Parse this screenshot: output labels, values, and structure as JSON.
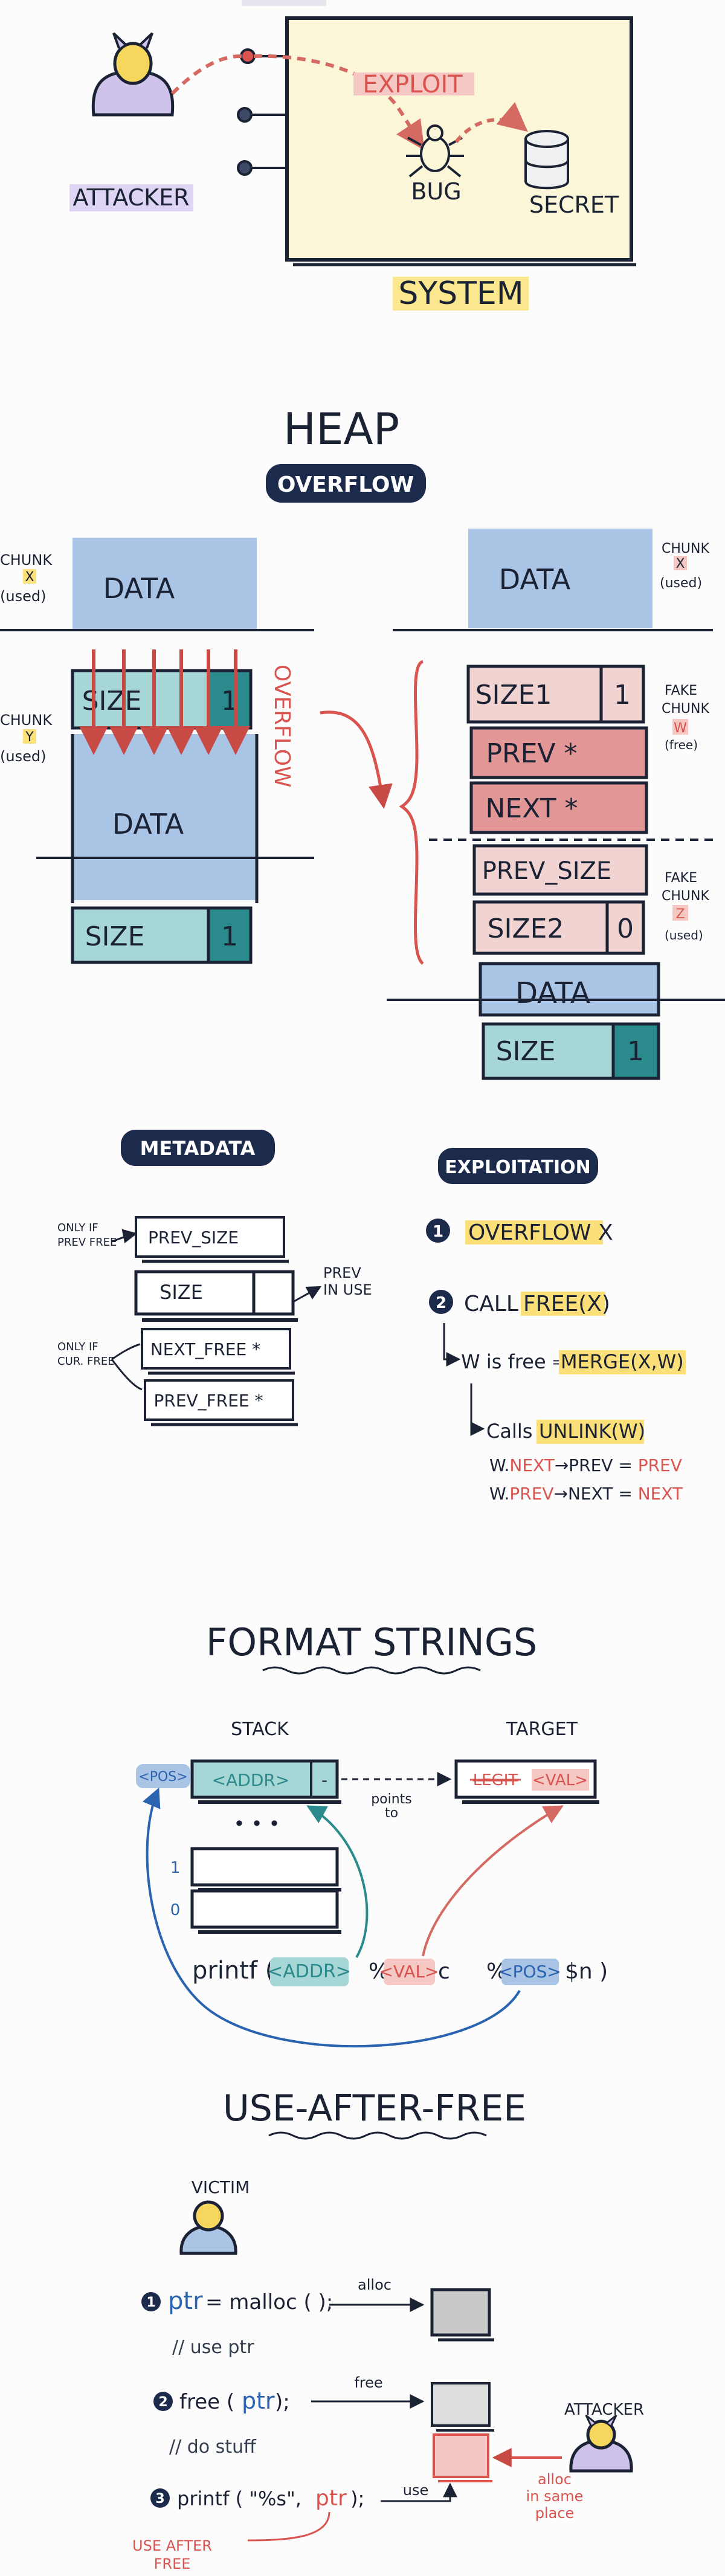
{
  "system": {
    "attacker_label": "ATTACKER",
    "exploit_label": "EXPLOIT",
    "bug_label": "BUG",
    "secret_label": "SECRET",
    "title": "SYSTEM"
  },
  "heap": {
    "title": "HEAP",
    "badge": "OVERFLOW",
    "left": {
      "chunk_x_label": "CHUNK",
      "chunk_x_letter": "X",
      "chunk_x_state": "(used)",
      "chunk_y_label": "CHUNK",
      "chunk_y_letter": "Y",
      "chunk_y_state": "(used)",
      "data1": "DATA",
      "size1": "SIZE",
      "bit1": "1",
      "data2": "DATA",
      "size2": "SIZE",
      "bit2": "1",
      "overflow_label": "OVERFLOW"
    },
    "right": {
      "data": "DATA",
      "chunk_x_label": "CHUNK",
      "chunk_x_letter": "X",
      "chunk_x_state": "(used)",
      "size1": "SIZE1",
      "bit1": "1",
      "prev": "PREV *",
      "next": "NEXT *",
      "fake_w_label1": "FAKE",
      "fake_w_label2": "CHUNK",
      "fake_w_letter": "W",
      "fake_w_state": "(free)",
      "prev_size": "PREV_SIZE",
      "size2": "SIZE2",
      "bit2": "0",
      "fake_z_label1": "FAKE",
      "fake_z_label2": "CHUNK",
      "fake_z_letter": "Z",
      "fake_z_state": "(used)",
      "data2": "DATA",
      "size3": "SIZE",
      "bit3": "1"
    }
  },
  "metadata": {
    "title": "METADATA",
    "only_if_prev_free": [
      "ONLY IF",
      "PREV FREE"
    ],
    "prev_size": "PREV_SIZE",
    "size": "SIZE",
    "prev_in_use": [
      "PREV",
      "IN USE"
    ],
    "only_if_cur_free": [
      "ONLY IF",
      "CUR. FREE"
    ],
    "next_free": "NEXT_FREE *",
    "prev_free": "PREV_FREE *"
  },
  "exploitation": {
    "title": "EXPLOITATION",
    "step1_num": "1",
    "step1": "OVERFLOW X",
    "step2_num": "2",
    "step2_prefix": "CALL ",
    "step2_highlight": "FREE(X)",
    "w_free_prefix": "W is free ⇒ ",
    "w_free_highlight": "MERGE(X,W)",
    "calls_prefix": "Calls ",
    "calls_highlight": "UNLINK(W)",
    "line_a": [
      "W.",
      "NEXT",
      "→PREV = ",
      "PREV"
    ],
    "line_b": [
      "W.",
      "PREV",
      "→NEXT = ",
      "NEXT"
    ]
  },
  "format_strings": {
    "title": "FORMAT STRINGS",
    "stack_label": "STACK",
    "target_label": "TARGET",
    "pos_tag": "<POS>",
    "addr": "<ADDR>",
    "dash": "-",
    "points_to": [
      "points",
      "to"
    ],
    "legit": "LEGIT",
    "val": "<VAL>",
    "dots": "• • •",
    "row1": "1",
    "row0": "0",
    "printf_prefix": "printf (",
    "printf_addr": "<ADDR>",
    "printf_pct1": "%",
    "printf_val": "<VAL>",
    "printf_c": "c",
    "printf_pct2": "%",
    "printf_pos": "<POS>",
    "printf_suffix": "$n )"
  },
  "uaf": {
    "title": "USE-AFTER-FREE",
    "victim_label": "VICTIM",
    "s1_num": "1",
    "s1_ptr": "ptr",
    "s1_rest": " = malloc ( );",
    "s1_arrow": "alloc",
    "comment1": "// use ptr",
    "s2_num": "2",
    "s2_prefix": "free (",
    "s2_ptr": "ptr",
    "s2_suffix": ");",
    "s2_arrow": "free",
    "comment2": "// do stuff",
    "attacker_label": "ATTACKER",
    "attacker_alloc": [
      "alloc",
      "in same",
      "place"
    ],
    "s3_num": "3",
    "s3_prefix": "printf ( \"%s\", ",
    "s3_ptr": "ptr",
    "s3_suffix": ");",
    "s3_arrow": "use",
    "uaf_label": [
      "USE AFTER",
      "FREE"
    ]
  },
  "colors": {
    "ink": "#1b2233",
    "blue_block": "#a9c4e4",
    "teal_block": "#a7d6d6",
    "teal_dark": "#2a8a8c",
    "pink_block": "#f1d3d1",
    "pink_dark": "#e29696",
    "red": "#d9534f",
    "yellow": "#fbe07a",
    "navy": "#1c2b4b",
    "blue_ink": "#2a63b0",
    "purple": "#cfc3ec",
    "grey": "#d4d4d4"
  }
}
